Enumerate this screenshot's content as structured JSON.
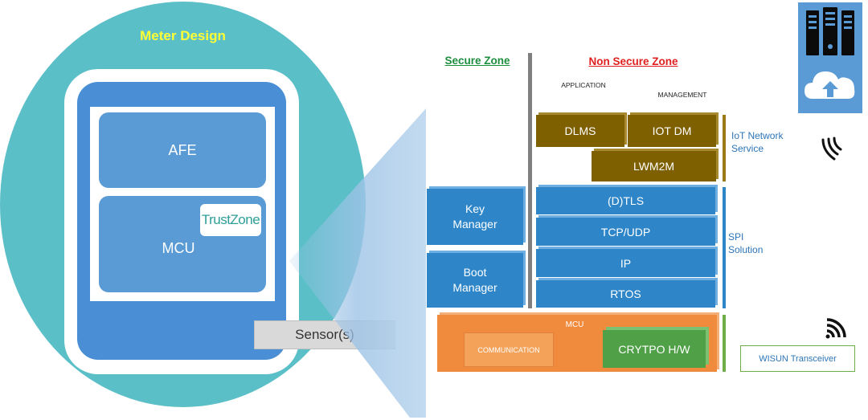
{
  "meter": {
    "title": "Meter Design",
    "afe": "AFE",
    "mcu": "MCU",
    "trustzone": "TrustZone",
    "sensor": "Sensor(s)"
  },
  "zones": {
    "secure": "Secure Zone",
    "non_secure": "Non Secure Zone",
    "application": "APPLICATION",
    "management": "MANAGEMENT"
  },
  "stack": {
    "dlms": "DLMS",
    "iot_dm": "IOT DM",
    "lwm2m": "LWM2M",
    "key_manager": "Key Manager",
    "boot_manager": "Boot Manager",
    "dtls": "(D)TLS",
    "tcp_udp": "TCP/UDP",
    "ip": "IP",
    "rtos": "RTOS",
    "mcu": "MCU",
    "communication": "COMMUNICATION",
    "crypto": "CRYTPO H/W"
  },
  "side_labels": {
    "iot": "IoT Network Service",
    "spi": "SPI Solution",
    "wisun": "WISUN Transceiver"
  },
  "icons": {
    "cloud_server": "cloud-server-icon",
    "wireless_top": "wireless-signal-icon",
    "wireless_bottom": "wifi-signal-icon"
  },
  "colors": {
    "ellipse": "#5BBFC8",
    "brown": "#7F6000",
    "blue": "#2E86C9",
    "orange": "#F08A3C",
    "green": "#4FA046"
  }
}
